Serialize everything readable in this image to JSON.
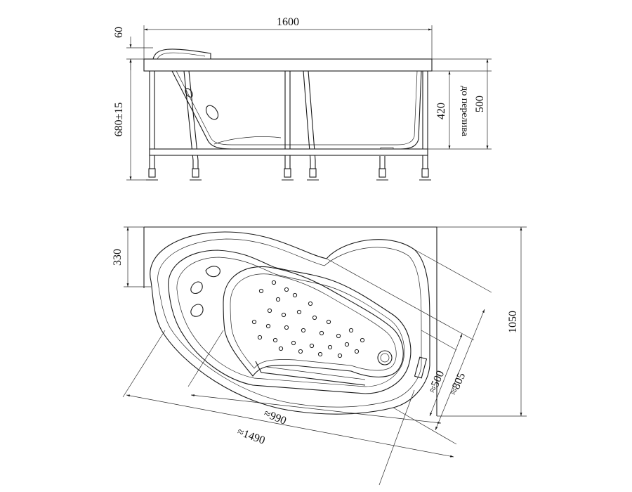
{
  "side_view": {
    "width": "1600",
    "rim": "60",
    "height": "680±15",
    "overflow": "420",
    "overflow_note": "до перелива",
    "depth": "500"
  },
  "top_view": {
    "corner_depth": "330",
    "total_width": "1050",
    "diag_500": "≈500",
    "diag_805": "≈805",
    "diag_990": "≈990",
    "diag_1490": "≈1490"
  }
}
